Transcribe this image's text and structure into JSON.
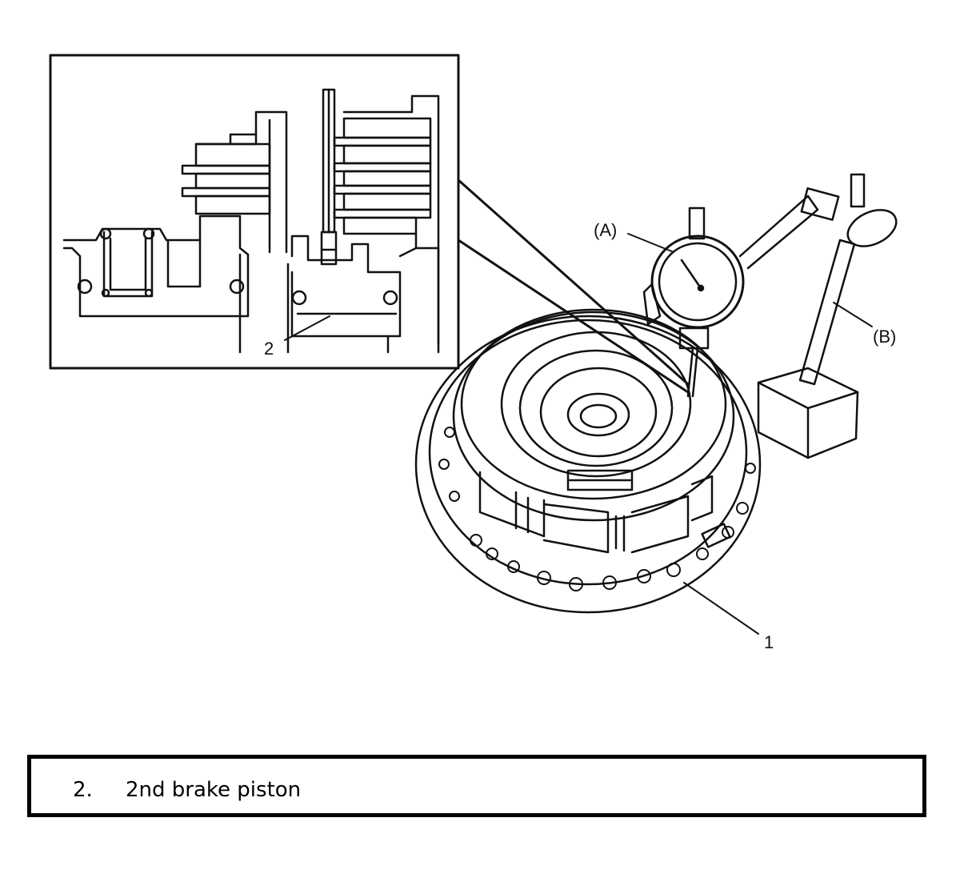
{
  "callouts": {
    "a": "(A)",
    "b": "(B)",
    "one": "1",
    "two": "2"
  },
  "legend": {
    "number": "2.",
    "text": "2nd brake piston"
  },
  "colors": {
    "line": "#111111",
    "background": "#ffffff"
  }
}
